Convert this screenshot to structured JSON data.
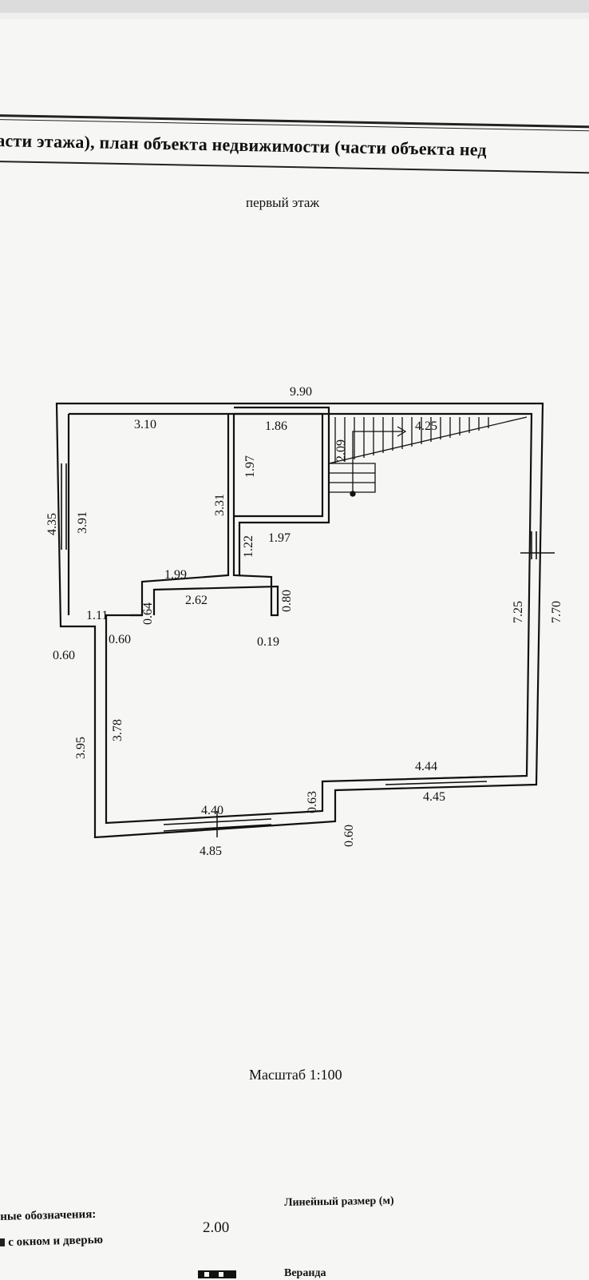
{
  "header": {
    "title": "асти этажа), план объекта недвижимости (части объекта нед"
  },
  "floor_label": "первый этаж",
  "plan": {
    "dimensions": {
      "top_total": "9.90",
      "room1_width": "3.10",
      "room2_width": "1.86",
      "room2_height": "1.97",
      "stairs_height": "2.09",
      "stairs_width": "4.25",
      "room1_inner_height": "3.91",
      "outer_left_height": "4.35",
      "room1_right_height": "3.31",
      "room2_bottom_width": "1.97",
      "corridor_height": "1.22",
      "corridor_top_width": "1.99",
      "partition_width": "2.62",
      "partition_height": "0.64",
      "partition_right_height": "0.80",
      "partition_thickness": "0.19",
      "ledge_width": "1.11",
      "wall_thickness_inner": "0.60",
      "wall_thickness_outer": "0.60",
      "main_inner_height": "3.78",
      "main_outer_height": "3.95",
      "right_inner_height": "7.25",
      "right_outer_height": "7.70",
      "bottom_left_inner": "4.40",
      "bottom_left_outer": "4.85",
      "step_inner_height": "0.63",
      "step_outer_height": "0.60",
      "bottom_right_inner": "4.44",
      "bottom_right_outer": "4.45"
    }
  },
  "scale_label": "Масштаб 1:100",
  "legend": {
    "title": "ные обозначения:",
    "window_door": "с окном и дверью",
    "sample_value": "2.00",
    "linear_label": "Линейный размер (м)",
    "veranda_label": "Веранда"
  }
}
